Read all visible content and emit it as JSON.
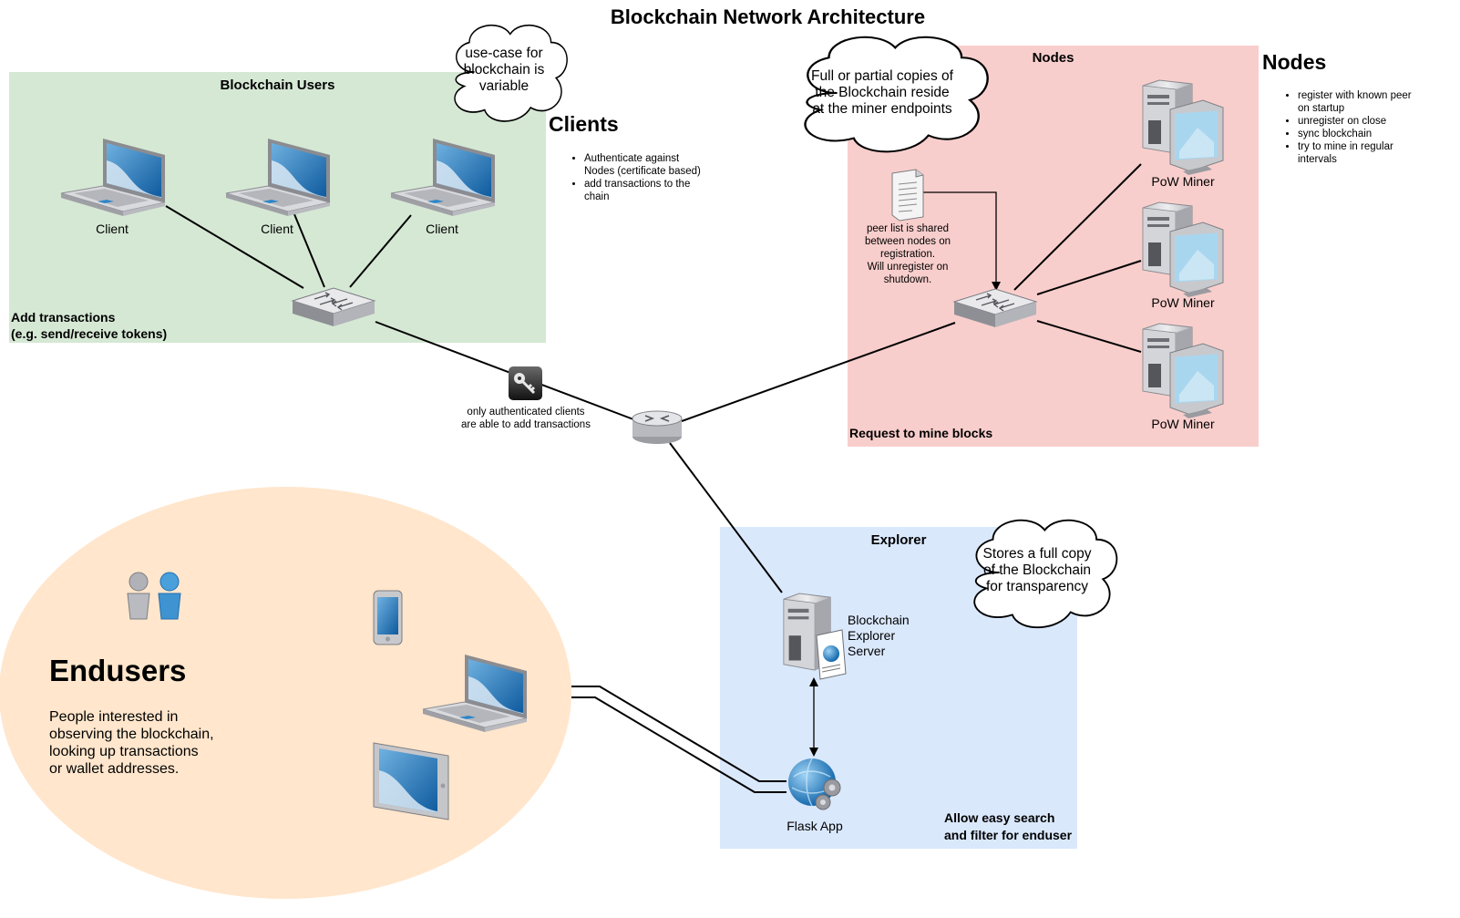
{
  "title": "Blockchain Network Architecture",
  "groups": {
    "users": {
      "label": "Blockchain Users",
      "note_lines": [
        "Add transactions",
        "(e.g. send/receive tokens)"
      ]
    },
    "nodes": {
      "label": "Nodes",
      "note": "Request to mine blocks"
    },
    "explorer": {
      "label": "Explorer",
      "note_lines": [
        "Allow easy search",
        "and filter for enduser"
      ]
    }
  },
  "clouds": {
    "users": {
      "lines": [
        "use-case for",
        "blockchain is",
        "variable"
      ]
    },
    "nodes": {
      "lines": [
        "Full or partial copies of",
        "the Blockchain reside",
        "at the miner endpoints"
      ]
    },
    "explorer": {
      "lines": [
        "Stores a full copy",
        "of the Blockchain",
        "for transparency"
      ]
    }
  },
  "clients_panel": {
    "heading": "Clients",
    "bullets": [
      "Authenticate against Nodes (certificate based)",
      "add transactions to the chain"
    ]
  },
  "nodes_panel": {
    "heading": "Nodes",
    "bullets": [
      "register with known peer on startup",
      "unregister on close",
      "sync blockchain",
      "try to mine in regular intervals"
    ]
  },
  "devices": {
    "client_label": "Client",
    "miner_label": "PoW Miner",
    "explorer_server_lines": [
      "Blockchain",
      "Explorer",
      "Server"
    ],
    "flask_label": "Flask App"
  },
  "annotations": {
    "peer_list_lines": [
      "peer list is shared",
      "between nodes on",
      "registration.",
      "Will unregister on",
      "shutdown."
    ],
    "auth_lines": [
      "only authenticated clients",
      "are able to add transactions"
    ]
  },
  "endusers": {
    "title": "Endusers",
    "lines": [
      "People interested in",
      "observing the blockchain,",
      "looking up transactions",
      "or wallet addresses."
    ]
  },
  "colors": {
    "users_fill": "#d5e8d4",
    "nodes_fill": "#f8cecc",
    "explorer_fill": "#dae8fc",
    "endusers_fill": "#ffe6cc",
    "device_blue": "#1f6fb2"
  },
  "icons": [
    "laptop-icon",
    "switch-icon",
    "router-icon",
    "key-icon",
    "document-icon",
    "server-monitor-icon",
    "web-server-icon",
    "globe-gear-icon",
    "users-icon",
    "phone-icon",
    "tablet-icon"
  ]
}
